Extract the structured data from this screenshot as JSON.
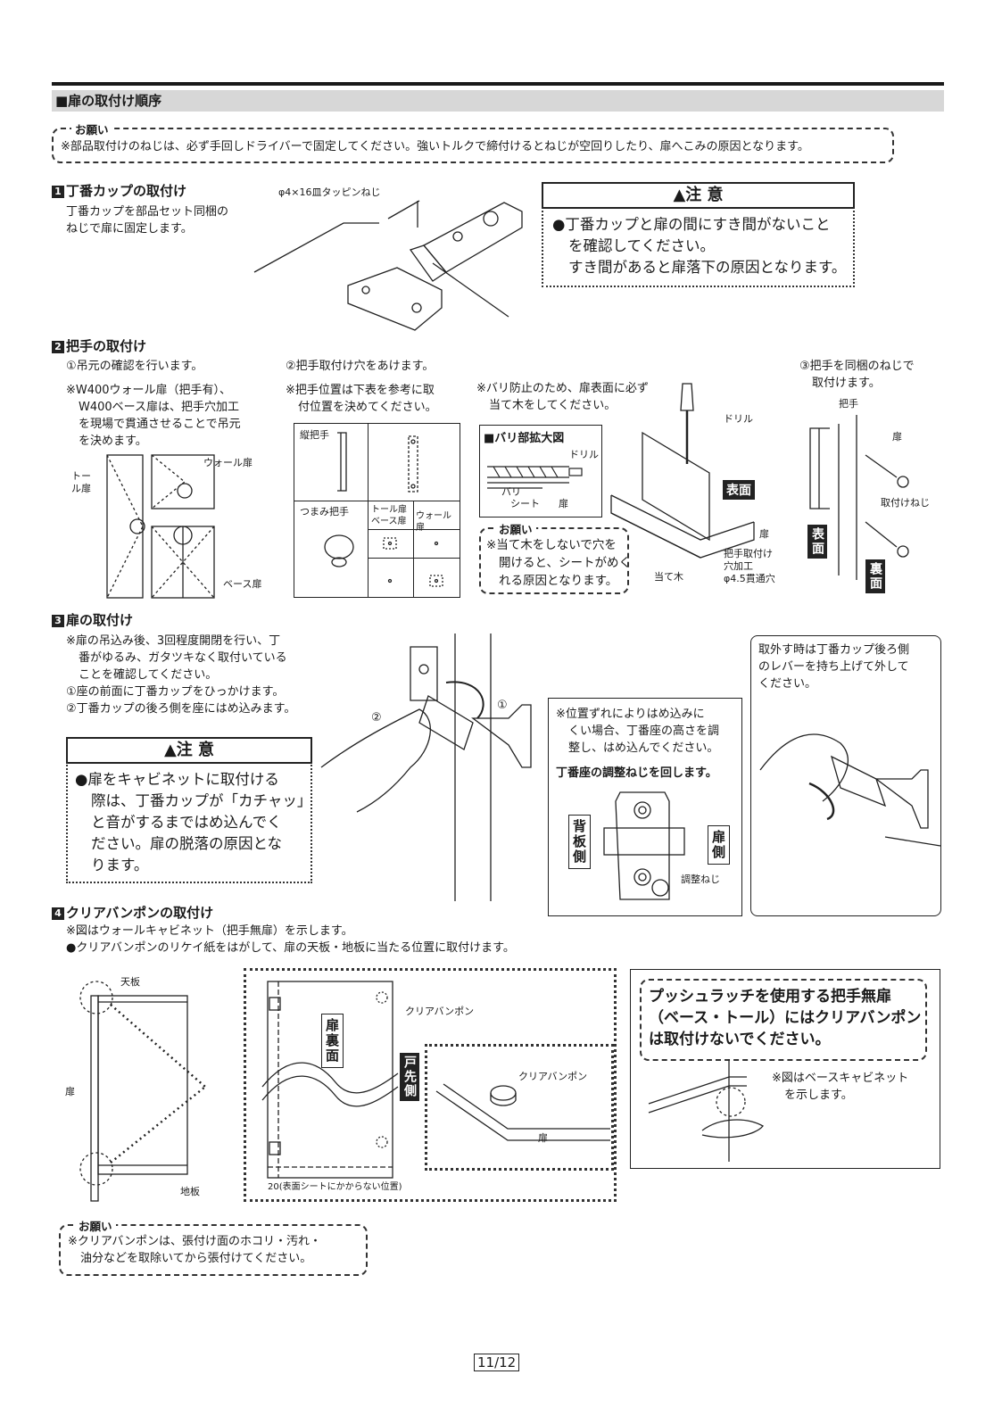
{
  "header": {
    "title": "■扉の取付け順序"
  },
  "notice_top": {
    "label": "お願い",
    "text": "※部品取付けのねじは、必ず手回しドライバーで固定してください。強いトルクで締付けるとねじが空回りしたり、扉へこみの原因となります。"
  },
  "step1": {
    "num": "1",
    "title": "丁番カップの取付け",
    "desc": [
      "丁番カップを部品セット同梱の",
      "ねじで扉に固定します。"
    ],
    "screw_label": "φ4×16皿タッピンねじ",
    "caution": {
      "title": "注 意",
      "lines": [
        "●丁番カップと扉の間にすき間がないこと",
        "を確認してください。",
        "すき間があると扉落下の原因となります。"
      ]
    }
  },
  "step2": {
    "num": "2",
    "title": "把手の取付け",
    "col1": {
      "lines": [
        "①吊元の確認を行います。",
        "※W400ウォール扉（把手有）、",
        "W400ベース扉は、把手穴加工",
        "を現場で貫通させることで吊元",
        "を決めます。"
      ],
      "tall_label": "トール扉",
      "wall_label": "ウォール扉",
      "base_label": "ベース扉"
    },
    "col2": {
      "lines": [
        "②把手取付け穴をあけます。",
        "※把手位置は下表を参考に取",
        "付位置を決めてください。"
      ],
      "table": {
        "vertical_handle": "縦把手",
        "knob": "つまみ把手",
        "tall_base": [
          "トール扉",
          "ベース扉"
        ],
        "wall": "ウォール扉"
      }
    },
    "col3": {
      "lines": [
        "※バリ防止のため、扉表面に必ず",
        "当て木をしてください。"
      ],
      "burr_title": "■バリ部拡大図",
      "drill": "ドリル",
      "burr": "バリ",
      "sheet": "シート",
      "door": "扉",
      "notice_label": "お願い",
      "notice_lines": [
        "※当て木をしないで穴を",
        "開けると、シートがめく",
        "れる原因となります。"
      ]
    },
    "col4": {
      "drill": "ドリル",
      "front": "表面",
      "door": "扉",
      "block": "当て木",
      "hole": [
        "把手取付け",
        "穴加工",
        "φ4.5貫通穴"
      ]
    },
    "col5": {
      "lines": [
        "③把手を同梱のねじで",
        "取付けます。"
      ],
      "handle": "把手",
      "door": "扉",
      "screw": "取付けねじ",
      "front": "表面",
      "back": "裏面"
    }
  },
  "step3": {
    "num": "3",
    "title": "扉の取付け",
    "lines": [
      "※扉の吊込み後、3回程度開閉を行い、丁",
      "番がゆるみ、ガタツキなく取付いている",
      "ことを確認してください。",
      "①座の前面に丁番カップをひっかけます。",
      "②丁番カップの後ろ側を座にはめ込みます。"
    ],
    "caution": {
      "title": "注 意",
      "lines": [
        "●扉をキャビネットに取付ける",
        "際は、丁番カップが「カチャッ」",
        "と音がするまではめ込んでく",
        "ださい。扉の脱落の原因とな",
        "ります。"
      ]
    },
    "mark1": "①",
    "mark2": "②",
    "adjust": {
      "lines": [
        "※位置ずれによりはめ込みに",
        "くい場合、丁番座の高さを調",
        "整し、はめ込んでください。"
      ],
      "bold": "丁番座の調整ねじを回します。",
      "back_side": "背板側",
      "door_side": "扉側",
      "screw": "調整ねじ"
    },
    "remove": {
      "lines": [
        "取外す時は丁番カップ後ろ側",
        "のレバーを持ち上げて外して",
        "ください。"
      ]
    }
  },
  "step4": {
    "num": "4",
    "title": "クリアバンポンの取付け",
    "lines": [
      "※図はウォールキャビネット（把手無扉）を示します。",
      "●クリアバンポンのリケイ紙をはがして、扉の天板・地板に当たる位置に取付けます。"
    ],
    "top": "天板",
    "door": "扉",
    "bottom": "地板",
    "bumpon": "クリアバンポン",
    "door_back": "扉裏面",
    "door_tip": "戸先側",
    "note20": "20(表面シートにかからない位置)",
    "bumpon2": "クリアバンポン",
    "door2": "扉",
    "push": {
      "lines": [
        "プッシュラッチを使用する把手無扉",
        "（ベース・トール）にはクリアバンポン",
        "は取付けないでください。"
      ],
      "note": [
        "※図はベースキャビネット",
        "を示します。"
      ]
    },
    "notice_label": "お願い",
    "notice_lines": [
      "※クリアバンポンは、張付け面のホコリ・汚れ・",
      "油分などを取除いてから張付けてください。"
    ]
  },
  "footer": {
    "page": "11/12"
  }
}
